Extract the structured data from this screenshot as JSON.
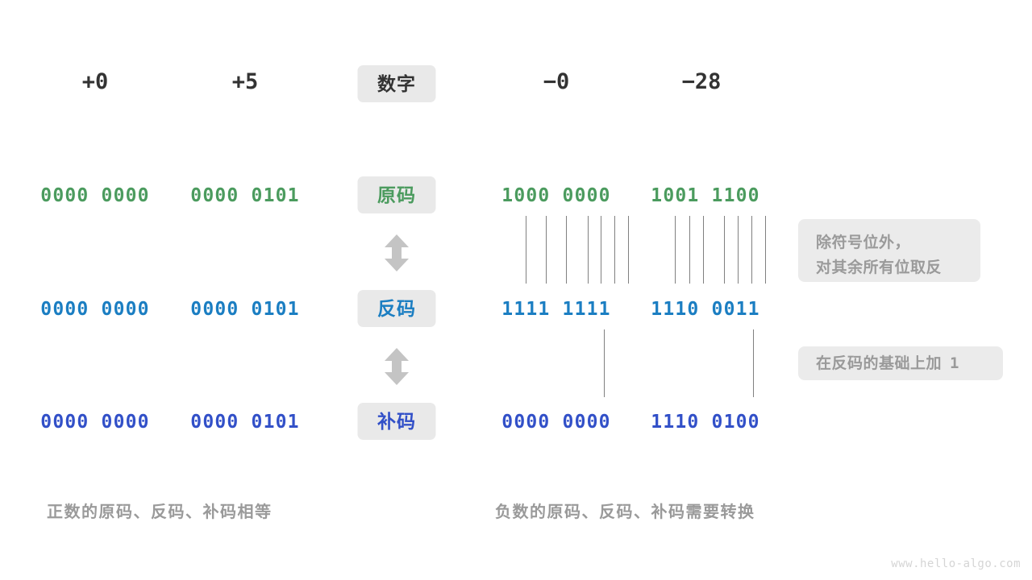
{
  "meta": {
    "watermark": "www.hello-algo.com",
    "colors": {
      "background": "#ffffff",
      "header_text": "#333333",
      "true_form_green": "#4b9b5e",
      "ones_complement_blue": "#1b7ec2",
      "twos_complement_indigo": "#3250c8",
      "pill_background": "#e9e9e9",
      "note_background": "#ebebeb",
      "note_text": "#9a9a9a",
      "caption_text": "#9a9a9a",
      "connector_line": "#808080",
      "arrow_fill": "#c4c4c4",
      "watermark_text": "#d5d5d5"
    }
  },
  "header": {
    "row_label": "数字",
    "values": [
      "+0",
      "+5",
      "−0",
      "−28"
    ]
  },
  "rows": [
    {
      "label": "原码",
      "color_key": "true_form_green",
      "values": [
        "0000 0000",
        "0000 0101",
        "1000 0000",
        "1001 1100"
      ]
    },
    {
      "label": "反码",
      "color_key": "ones_complement_blue",
      "values": [
        "0000 0000",
        "0000 0101",
        "1111 1111",
        "1110 0011"
      ]
    },
    {
      "label": "补码",
      "color_key": "twos_complement_indigo",
      "values": [
        "0000 0000",
        "0000 0101",
        "0000 0000",
        "1110 0100"
      ]
    }
  ],
  "arrows": {
    "icon": "double-headed-vertical-arrow-icon",
    "count": 2
  },
  "notes": [
    {
      "lines": [
        "除符号位外，",
        "对其余所有位取反"
      ],
      "line1": "除符号位外，",
      "line2": "对其余所有位取反"
    },
    {
      "lines": [
        "在反码的基础上加  1"
      ],
      "prefix": "在反码的基础上加",
      "value": "1"
    }
  ],
  "captions": {
    "left": "正数的原码、反码、补码相等",
    "right": "负数的原码、反码、补码需要转换"
  }
}
